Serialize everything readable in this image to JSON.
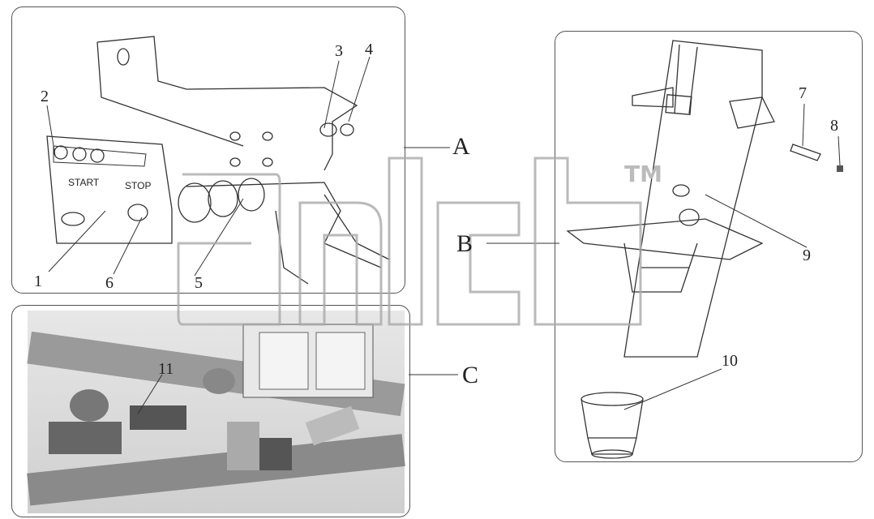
{
  "callouts": {
    "n1": "1",
    "n2": "2",
    "n3": "3",
    "n4": "4",
    "n5": "5",
    "n6": "6",
    "n7": "7",
    "n8": "8",
    "n9": "9",
    "n10": "10",
    "n11": "11"
  },
  "views": {
    "a": "A",
    "b": "B",
    "c": "C"
  },
  "switch_panel": {
    "start": "START",
    "stop": "STOP"
  },
  "watermark": {
    "tm": "TM"
  }
}
